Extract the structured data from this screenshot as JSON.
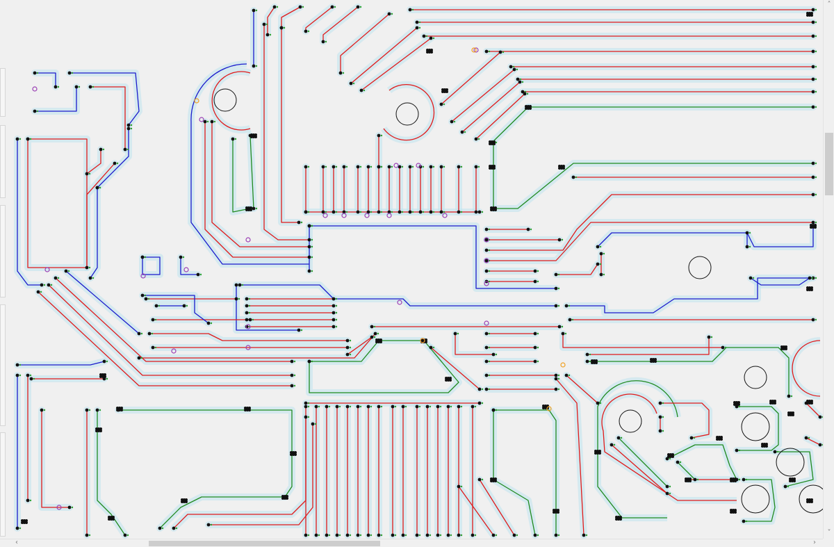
{
  "app": {
    "view": "pcb-routing-canvas"
  },
  "colors": {
    "background": "#f0f0f0",
    "clearance": "#bfe3ee",
    "trace_red": "#e11a1a",
    "trace_blue": "#1a1acc",
    "trace_green": "#1f8a1f",
    "via_black": "#111111",
    "via_pad_green": "#2da02d",
    "marker_purple": "#9a3fb4",
    "marker_orange": "#f0a020",
    "hole_outline": "#111111"
  },
  "scrollbars": {
    "vertical": {
      "position": 0.27,
      "visible_fraction": 0.12
    },
    "horizontal": {
      "position": 0.24,
      "visible_fraction": 0.29
    }
  },
  "icons": {
    "scroll_up": "chevron-up-icon",
    "scroll_down": "chevron-down-icon",
    "scroll_left": "chevron-left-icon",
    "scroll_right": "chevron-right-icon"
  },
  "glyphs": {
    "up": "˄",
    "down": "˅",
    "left": "‹",
    "right": "›"
  }
}
